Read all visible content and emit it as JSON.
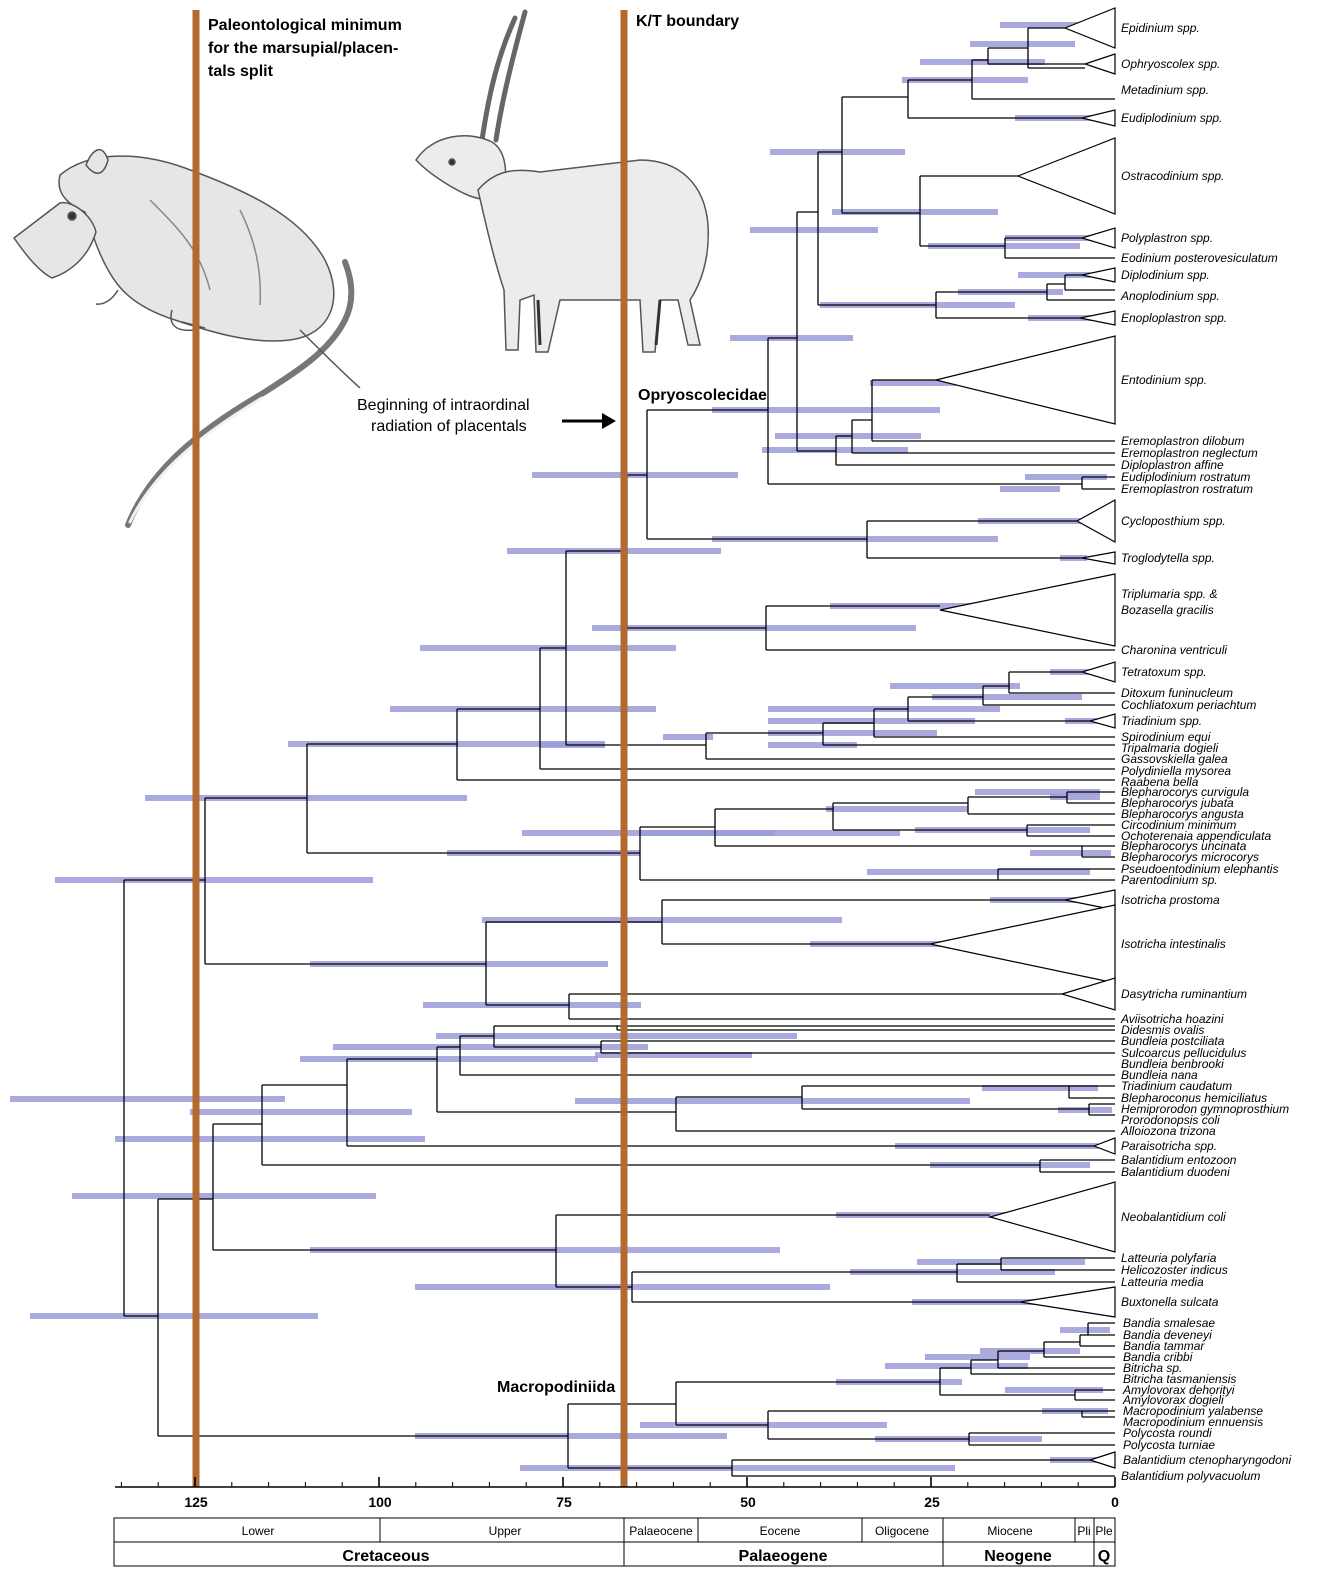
{
  "annotations": {
    "paleo_minimum": [
      "Paleontological minimum",
      "for the  marsupial/placen-",
      "tals split"
    ],
    "kt_boundary": "K/T boundary",
    "radiation": [
      "Beginning of intraordinal",
      "radiation of placentals"
    ],
    "clade_1": "Opryoscolecidae",
    "clade_2": "Macropodiniida"
  },
  "colors": {
    "boundary": "#b36a2e",
    "hpd_bar": "#9b9bd9",
    "branch": "#000000"
  },
  "axis": {
    "ticks": [
      "125",
      "100",
      "75",
      "50",
      "25",
      "0"
    ],
    "epochs": [
      "Lower",
      "Upper",
      "Palaeocene",
      "Eocene",
      "Oligocene",
      "Miocene",
      "Pli",
      "Ple"
    ],
    "periods": [
      "Cretaceous",
      "Palaeogene",
      "Neogene",
      "Q"
    ]
  },
  "taxa": [
    "Epidinium spp.",
    "Ophryoscolex spp.",
    "Metadinium spp.",
    "Eudiplodinium spp.",
    "Ostracodinium spp.",
    "Polyplastron spp.",
    "Eodinium posterovesiculatum",
    "Diplodinium spp.",
    "Anoplodinium spp.",
    "Enoploplastron spp.",
    "Entodinium spp.",
    "Eremoplastron dilobum",
    "Eremoplastron neglectum",
    "Diploplastron affine",
    "Eudiplodinium rostratum",
    "Eremoplastron rostratum",
    "Cycloposthium spp.",
    "Troglodytella spp.",
    "Triplumaria spp. &",
    "Bozasella gracilis",
    "Charonina ventriculi",
    "Tetratoxum spp.",
    "Ditoxum funinucleum",
    "Cochliatoxum periachtum",
    "Triadinium spp.",
    "Spirodinium equi",
    "Tripalmaria dogieli",
    "Gassovskiella galea",
    "Polydiniella mysorea",
    "Raabena bella",
    "Blepharocorys curvigula",
    "Blepharocorys jubata",
    "Blepharocorys angusta",
    "Circodinium minimum",
    "Ochoterenaia appendiculata",
    "Blepharocorys uncinata",
    "Blepharocorys microcorys",
    "Pseudoentodinium elephantis",
    "Parentodinium sp.",
    "Isotricha prostoma",
    "Isotricha intestinalis",
    "Dasytricha ruminantium",
    "Aviisotricha hoazini",
    "Didesmis ovalis",
    "Bundleia postciliata",
    "Sulcoarcus pellucidulus",
    "Bundleia benbrooki",
    "Bundleia nana",
    "Triadinium caudatum",
    "Blepharoconus hemiciliatus",
    "Hemiprorodon gymnoprosthium",
    "Prorodonopsis coli",
    "Alloiozona trizona",
    "Paraisotricha spp.",
    "Balantidium entozoon",
    "Balantidium duodeni",
    "Neobalantidium coli",
    "Latteuria polyfaria",
    "Helicozoster indicus",
    "Latteuria media",
    "Buxtonella sulcata",
    "Bandia smalesae",
    "Bandia deveneyi",
    "Bandia tammar",
    "Bandia cribbi",
    "Bitricha sp.",
    "Bitricha tasmaniensis",
    "Amylovorax dehorityi",
    "Amylovorax dogieli",
    "Macropodinium yalabense",
    "Macropodinium ennuensis",
    "Polycosta roundi",
    "Polycosta turniae",
    "Balantidium ctenopharyngodoni",
    "Balantidium polyvacuolum"
  ]
}
